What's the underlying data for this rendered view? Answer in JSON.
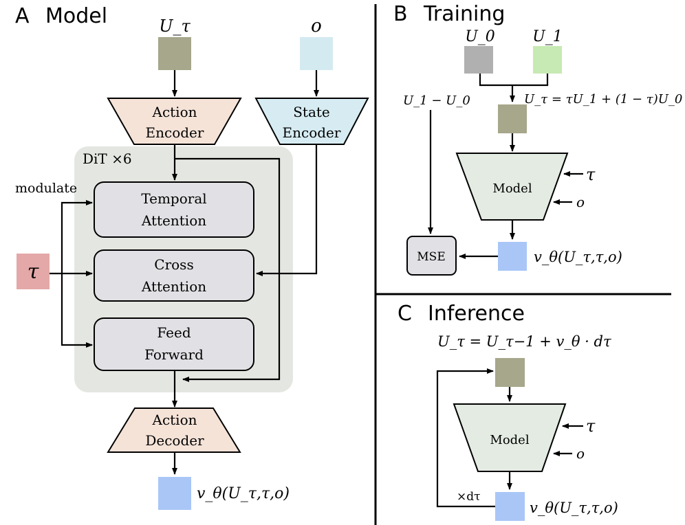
{
  "panels": {
    "model": {
      "letter": "A",
      "title": "Model",
      "input_action": "U_τ",
      "input_state": "o",
      "action_encoder": [
        "Action",
        "Encoder"
      ],
      "state_encoder": [
        "State",
        "Encoder"
      ],
      "dit_label": "DiT ×6",
      "modulate_label": "modulate",
      "tau_label": "τ",
      "temporal_attention": [
        "Temporal",
        "Attention"
      ],
      "cross_attention": [
        "Cross",
        "Attention"
      ],
      "feed_forward": [
        "Feed",
        "Forward"
      ],
      "action_decoder": [
        "Action",
        "Decoder"
      ],
      "output_label": "v_θ(U_τ,τ,o)"
    },
    "training": {
      "letter": "B",
      "title": "Training",
      "u0_label": "U_0",
      "u1_label": "U_1",
      "interp_eq": "U_τ = τU_1 + (1 − τ)U_0",
      "diff_label": "U_1 − U_0",
      "model_label": "Model",
      "tau_input": "τ",
      "o_input": "o",
      "mse_label": "MSE",
      "output_label": "v_θ(U_τ,τ,o)"
    },
    "inference": {
      "letter": "C",
      "title": "Inference",
      "update_eq": "U_τ = U_τ−1 + v_θ · dτ",
      "model_label": "Model",
      "tau_input": "τ",
      "o_input": "o",
      "loop_label": "×dτ",
      "output_label": "v_θ(U_τ,τ,o)"
    }
  },
  "colors": {
    "action_token": "#a6a78b",
    "state_token": "#d4eaf1",
    "tau_token": "#e3a8a7",
    "output_token": "#a9c6f7",
    "u0_token": "#b0b0b0",
    "u1_token": "#c7e9b3",
    "encoder_fill": "#f5e3d8",
    "state_encoder_fill": "#d6ecf2",
    "dit_background": "#e4e7e1",
    "block_fill": "#e1e1e5",
    "model_fill": "#e3ebe3",
    "mse_fill": "#e1e1e5"
  }
}
